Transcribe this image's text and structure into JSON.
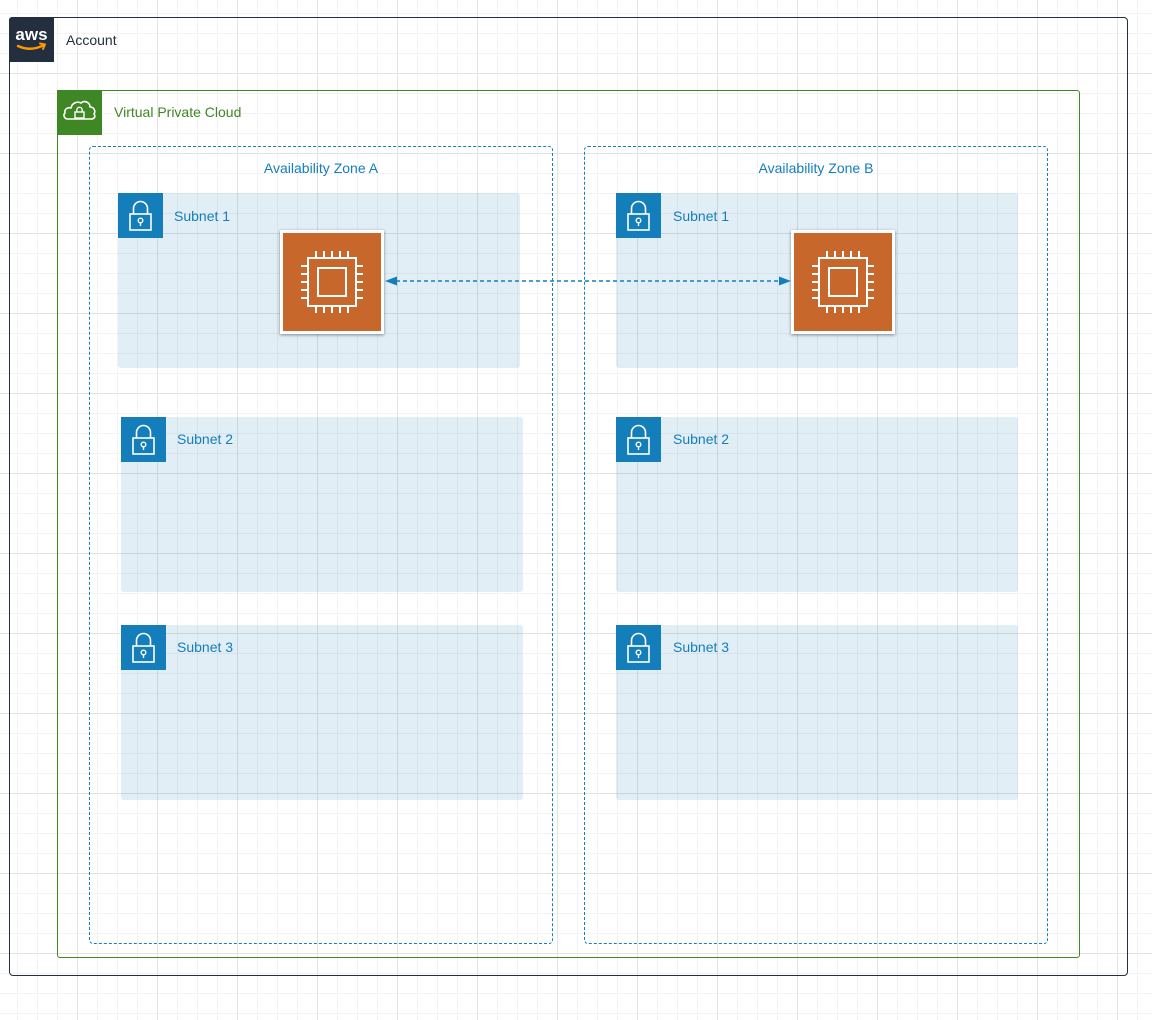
{
  "account": {
    "label": "Account",
    "logo_text": "aws"
  },
  "vpc": {
    "label": "Virtual Private Cloud"
  },
  "availability_zones": [
    {
      "label": "Availability Zone A",
      "subnets": [
        {
          "label": "Subnet 1"
        },
        {
          "label": "Subnet 2"
        },
        {
          "label": "Subnet 3"
        }
      ]
    },
    {
      "label": "Availability Zone B",
      "subnets": [
        {
          "label": "Subnet 1"
        },
        {
          "label": "Subnet 2"
        },
        {
          "label": "Subnet 3"
        }
      ]
    }
  ],
  "instances": [
    {
      "icon": "ec2-instance-icon",
      "zone": "Availability Zone A",
      "subnet": "Subnet 1"
    },
    {
      "icon": "ec2-instance-icon",
      "zone": "Availability Zone B",
      "subnet": "Subnet 1"
    }
  ],
  "connection": {
    "style": "dashed",
    "direction": "bidirectional"
  },
  "colors": {
    "account_border": "#232f3e",
    "vpc": "#3f8624",
    "zone_and_subnet": "#147eba",
    "ec2": "#c7672c"
  }
}
